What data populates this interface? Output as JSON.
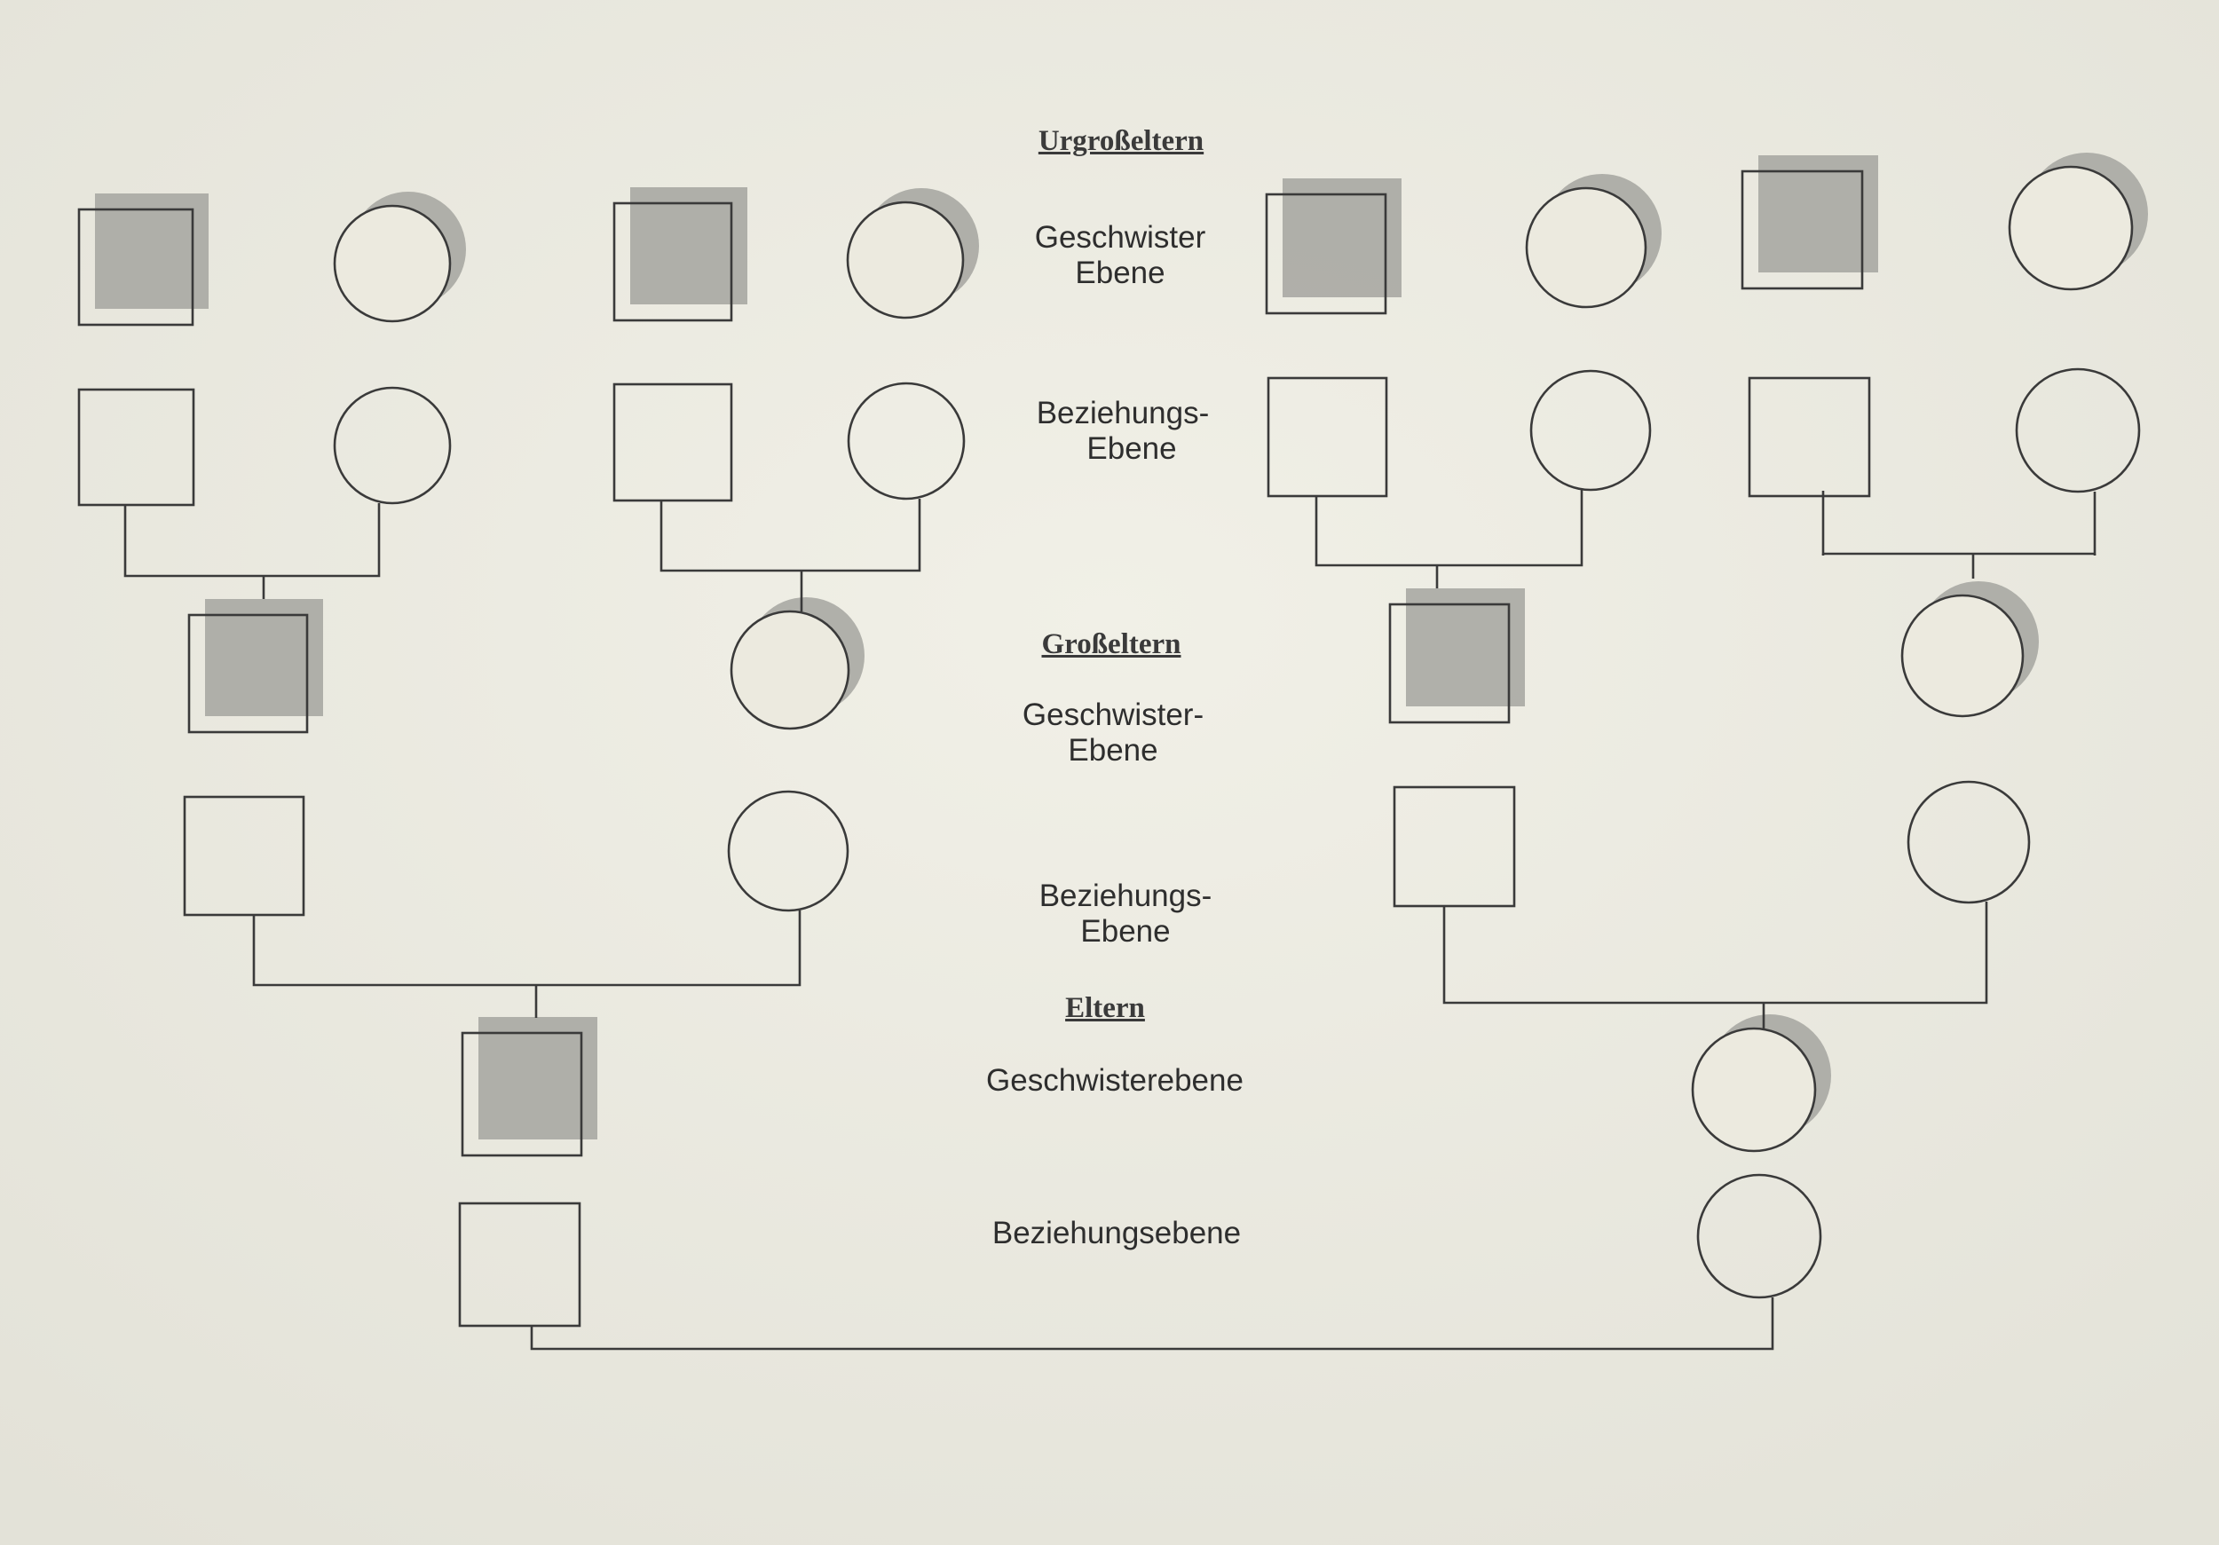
{
  "sections": {
    "great_grandparents": {
      "title": "Urgroßeltern",
      "sibling_level": [
        "Geschwister",
        "Ebene"
      ],
      "relationship_level": [
        "Beziehungs-",
        "Ebene"
      ]
    },
    "grandparents": {
      "title": "Großeltern",
      "sibling_level": [
        "Geschwister-",
        "Ebene"
      ],
      "relationship_level": [
        "Beziehungs-",
        "Ebene"
      ]
    },
    "parents": {
      "title": "Eltern",
      "sibling_level": "Geschwisterebene",
      "relationship_level": "Beziehungsebene"
    }
  },
  "colors": {
    "paper": "#edece2",
    "line": "#3a3a3a",
    "shadow": "#a9a8a3"
  },
  "symbols": {
    "male": "square",
    "female": "circle"
  }
}
